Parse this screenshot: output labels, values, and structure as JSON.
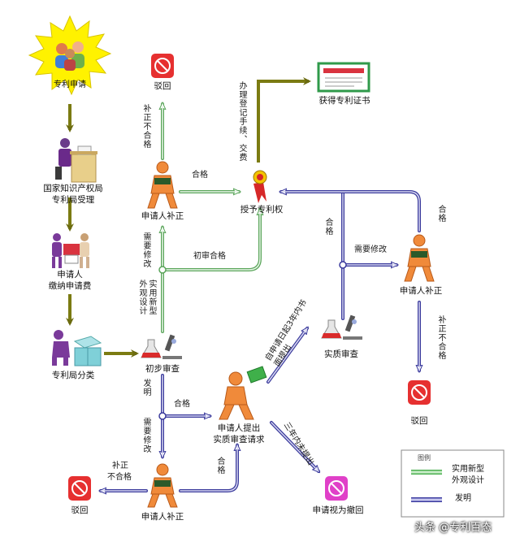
{
  "nodes": {
    "patent_application": "专利申请",
    "cnipa_accept_1": "国家知识产权局",
    "cnipa_accept_2": "专利局受理",
    "pay_fee_1": "申请人",
    "pay_fee_2": "缴纳申请费",
    "classification": "专利局分类",
    "preliminary_exam": "初步审查",
    "reject_top": "驳回",
    "applicant_correct_top": "申请人补正",
    "grant": "授予专利权",
    "certificate": "获得专利证书",
    "substantive_exam": "实质审查",
    "applicant_correct_right": "申请人补正",
    "reject_right": "驳回",
    "request_substantive_1": "申请人提出",
    "request_substantive_2": "实质审查请求",
    "withdrawn": "申请视为撤回",
    "applicant_correct_bottom": "申请人补正",
    "reject_bottom": "驳回"
  },
  "flow_labels": {
    "correction_fail_top": "补正不合格",
    "qualified_top": "合格",
    "register_fee": "办理登记手续、交费",
    "needs_modify_left": "需要修改",
    "utility_design": "实用新型外观设计",
    "prelim_pass": "初审合格",
    "qualified_right": "合格",
    "qualified_far_right": "合格",
    "needs_modify_right": "需要修改",
    "correction_fail_right": "补正不合格",
    "within_3_years": "自申请日起3年内书面提出",
    "invention": "发明",
    "qualified_mid": "合格",
    "needs_modify_bottom": "需要修改",
    "not_within_3_years": "三年内未提出",
    "correction_fail_bottom_1": "补正",
    "correction_fail_bottom_2": "不合格",
    "qualified_bottom": "合格"
  },
  "legend": {
    "title": "图例",
    "utility_label_1": "实用新型",
    "utility_label_2": "外观设计",
    "invention_label": "发明",
    "utility_color": "#4caf50",
    "invention_color": "#3a3aa0"
  },
  "watermark": "头条 @专利百态",
  "colors": {
    "olive": "#7b7b12",
    "green": "#5aa55a",
    "blue": "#3a3a9c",
    "stamp_red": "#d62828",
    "burst_yellow": "#fff200",
    "withdraw_magenta": "#e040c8"
  }
}
